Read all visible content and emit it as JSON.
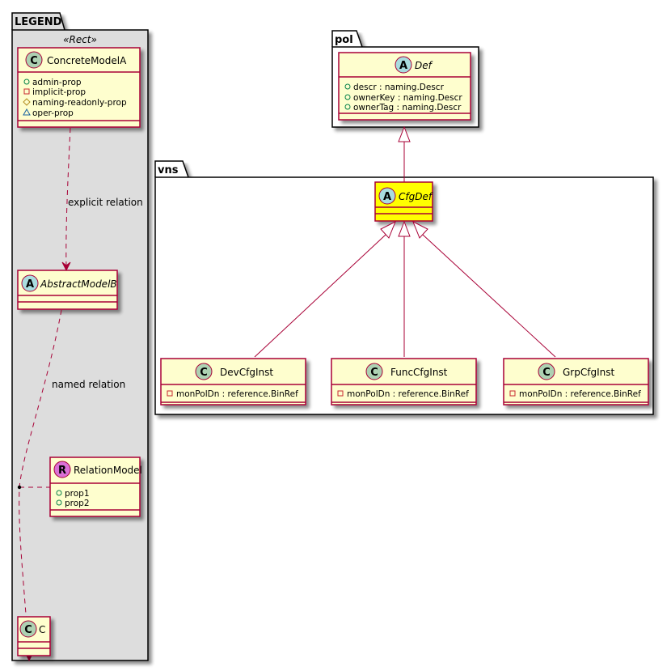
{
  "colors": {
    "class_fill": "#FEFECE",
    "class_border": "#A80036",
    "highlight_fill": "#FFFF00",
    "legend_bg": "#DDDDDD",
    "badge_class": "#ADD1B2",
    "badge_abstract": "#A9DCDF",
    "badge_relation": "#DA70D6",
    "public_icon": "#038048",
    "private_icon": "#C82930",
    "protected_icon": "#B38D22",
    "package_icon": "#1963A0"
  },
  "legend": {
    "title": "LEGEND",
    "stereotype": "«Rect»",
    "concrete": {
      "badge": "C",
      "name": "ConcreteModelA",
      "attrs": [
        {
          "vis": "public",
          "text": "admin-prop"
        },
        {
          "vis": "private",
          "text": "implicit-prop"
        },
        {
          "vis": "protected",
          "text": "naming-readonly-prop"
        },
        {
          "vis": "package",
          "text": "oper-prop"
        }
      ]
    },
    "explicit_relation": "explicit relation",
    "abstract": {
      "badge": "A",
      "name": "AbstractModelB"
    },
    "named_relation": "named relation",
    "relation_model": {
      "badge": "R",
      "name": "RelationModel",
      "attrs": [
        {
          "vis": "public",
          "text": "prop1"
        },
        {
          "vis": "public",
          "text": "prop2"
        }
      ]
    },
    "c_class": {
      "badge": "C",
      "name": "C"
    }
  },
  "pol": {
    "title": "pol",
    "def": {
      "badge": "A",
      "name": "Def",
      "attrs": [
        {
          "vis": "public",
          "text": "descr : naming.Descr"
        },
        {
          "vis": "public",
          "text": "ownerKey : naming.Descr"
        },
        {
          "vis": "public",
          "text": "ownerTag : naming.Descr"
        }
      ]
    }
  },
  "vns": {
    "title": "vns",
    "cfgdef": {
      "badge": "A",
      "name": "CfgDef"
    },
    "children": [
      {
        "badge": "C",
        "name": "DevCfgInst",
        "attrs": [
          {
            "vis": "private",
            "text": "monPolDn : reference.BinRef"
          }
        ]
      },
      {
        "badge": "C",
        "name": "FuncCfgInst",
        "attrs": [
          {
            "vis": "private",
            "text": "monPolDn : reference.BinRef"
          }
        ]
      },
      {
        "badge": "C",
        "name": "GrpCfgInst",
        "attrs": [
          {
            "vis": "private",
            "text": "monPolDn : reference.BinRef"
          }
        ]
      }
    ]
  }
}
